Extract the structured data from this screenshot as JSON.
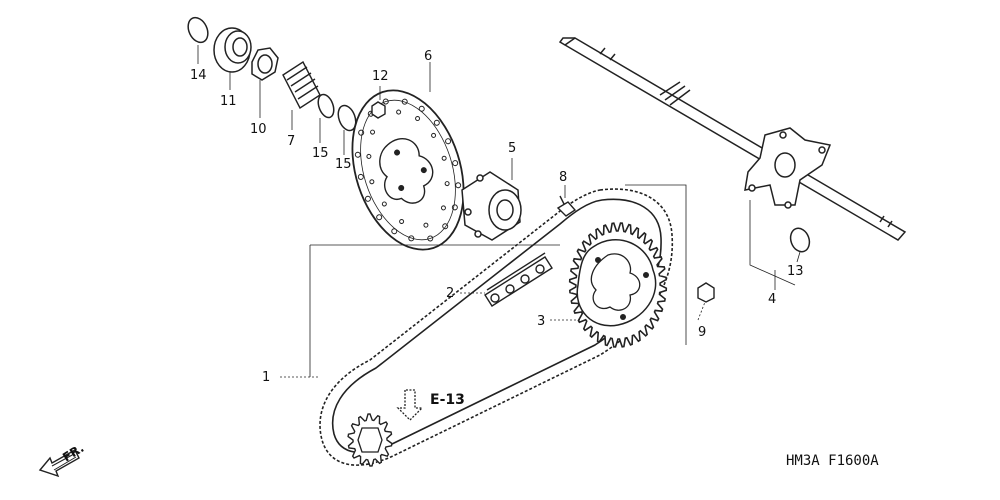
{
  "callouts": [
    {
      "id": "1",
      "text": "1"
    },
    {
      "id": "2",
      "text": "2"
    },
    {
      "id": "3",
      "text": "3"
    },
    {
      "id": "4",
      "text": "4"
    },
    {
      "id": "5",
      "text": "5"
    },
    {
      "id": "6",
      "text": "6"
    },
    {
      "id": "7",
      "text": "7"
    },
    {
      "id": "8",
      "text": "8"
    },
    {
      "id": "9",
      "text": "9"
    },
    {
      "id": "10",
      "text": "10"
    },
    {
      "id": "11",
      "text": "11"
    },
    {
      "id": "12",
      "text": "12"
    },
    {
      "id": "13",
      "text": "13"
    },
    {
      "id": "14",
      "text": "14"
    },
    {
      "id": "15a",
      "text": "15"
    },
    {
      "id": "15b",
      "text": "15"
    }
  ],
  "reference_label": "E-13",
  "direction_label": "FR.",
  "diagram_code": "HM3A F1600A"
}
